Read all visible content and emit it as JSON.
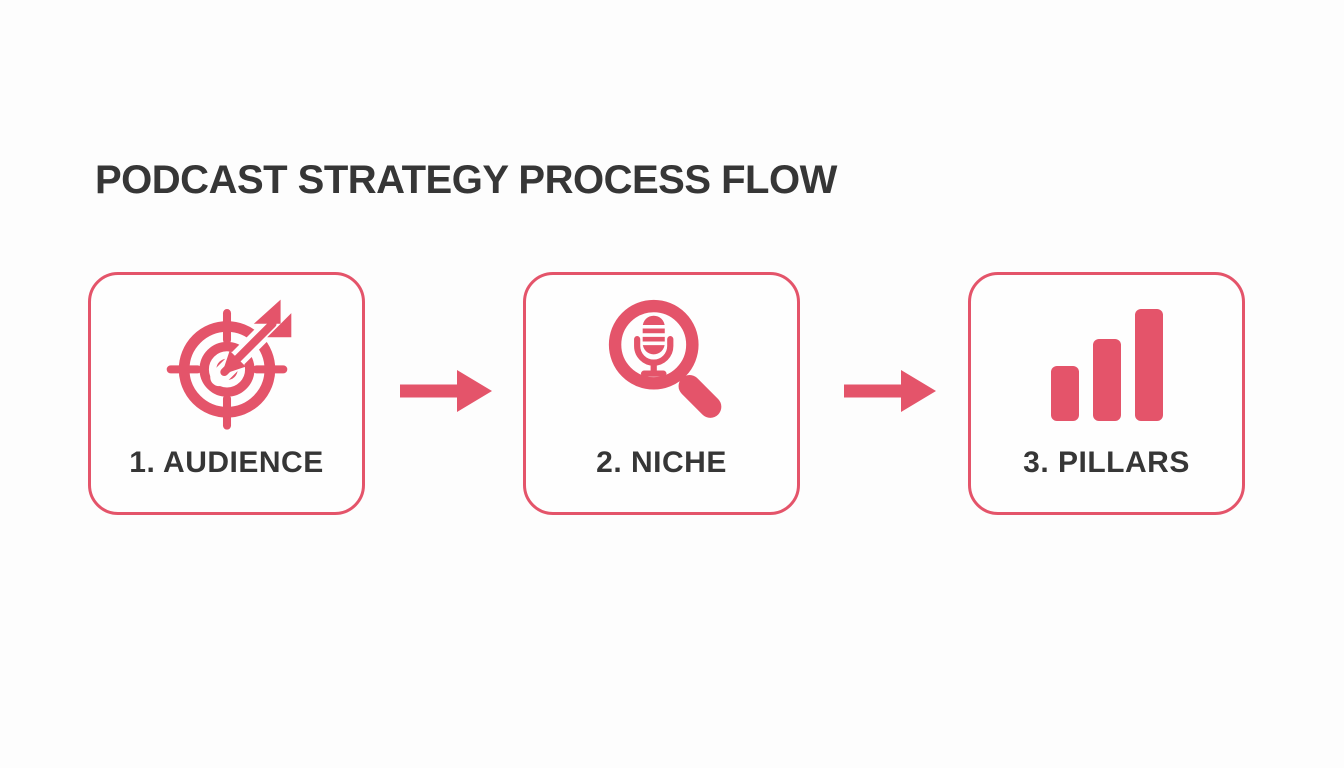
{
  "title": "PODCAST STRATEGY PROCESS FLOW",
  "colors": {
    "accent": "#e4546a",
    "text": "#363636",
    "background": "#fdfdfd",
    "box_fill": "#fefefe"
  },
  "steps": [
    {
      "label": "1. AUDIENCE",
      "icon": "target-dart-icon"
    },
    {
      "label": "2. NICHE",
      "icon": "magnifier-microphone-icon"
    },
    {
      "label": "3. PILLARS",
      "icon": "bar-chart-icon"
    }
  ],
  "arrows": [
    {
      "icon": "arrow-right-icon"
    },
    {
      "icon": "arrow-right-icon"
    }
  ]
}
